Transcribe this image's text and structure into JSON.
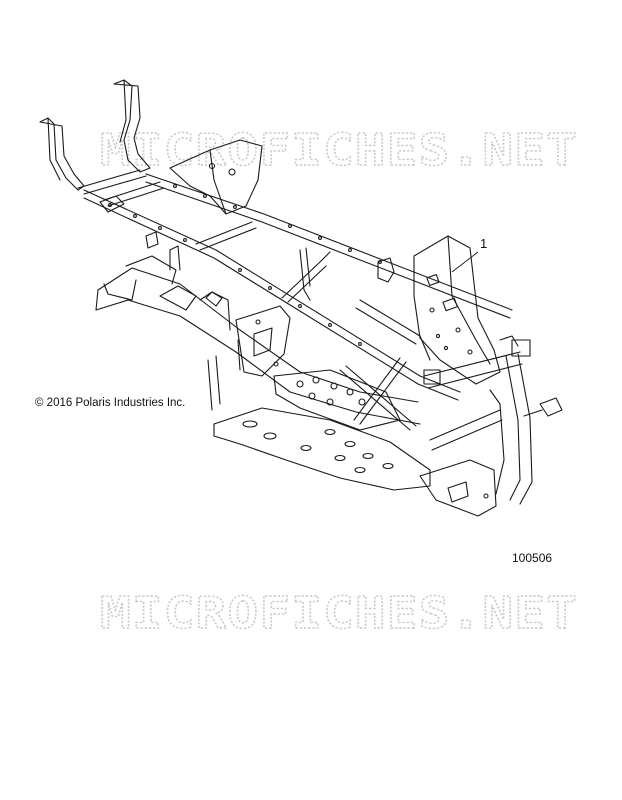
{
  "watermark": {
    "text": "MICROFICHES.NET"
  },
  "callouts": [
    {
      "label": "1"
    }
  ],
  "copyright": "© 2016 Polaris Industries Inc.",
  "figure_id": "100506",
  "colors": {
    "line": "#1a1a1a",
    "watermark": "#c9c9c9",
    "background": "#ffffff"
  }
}
